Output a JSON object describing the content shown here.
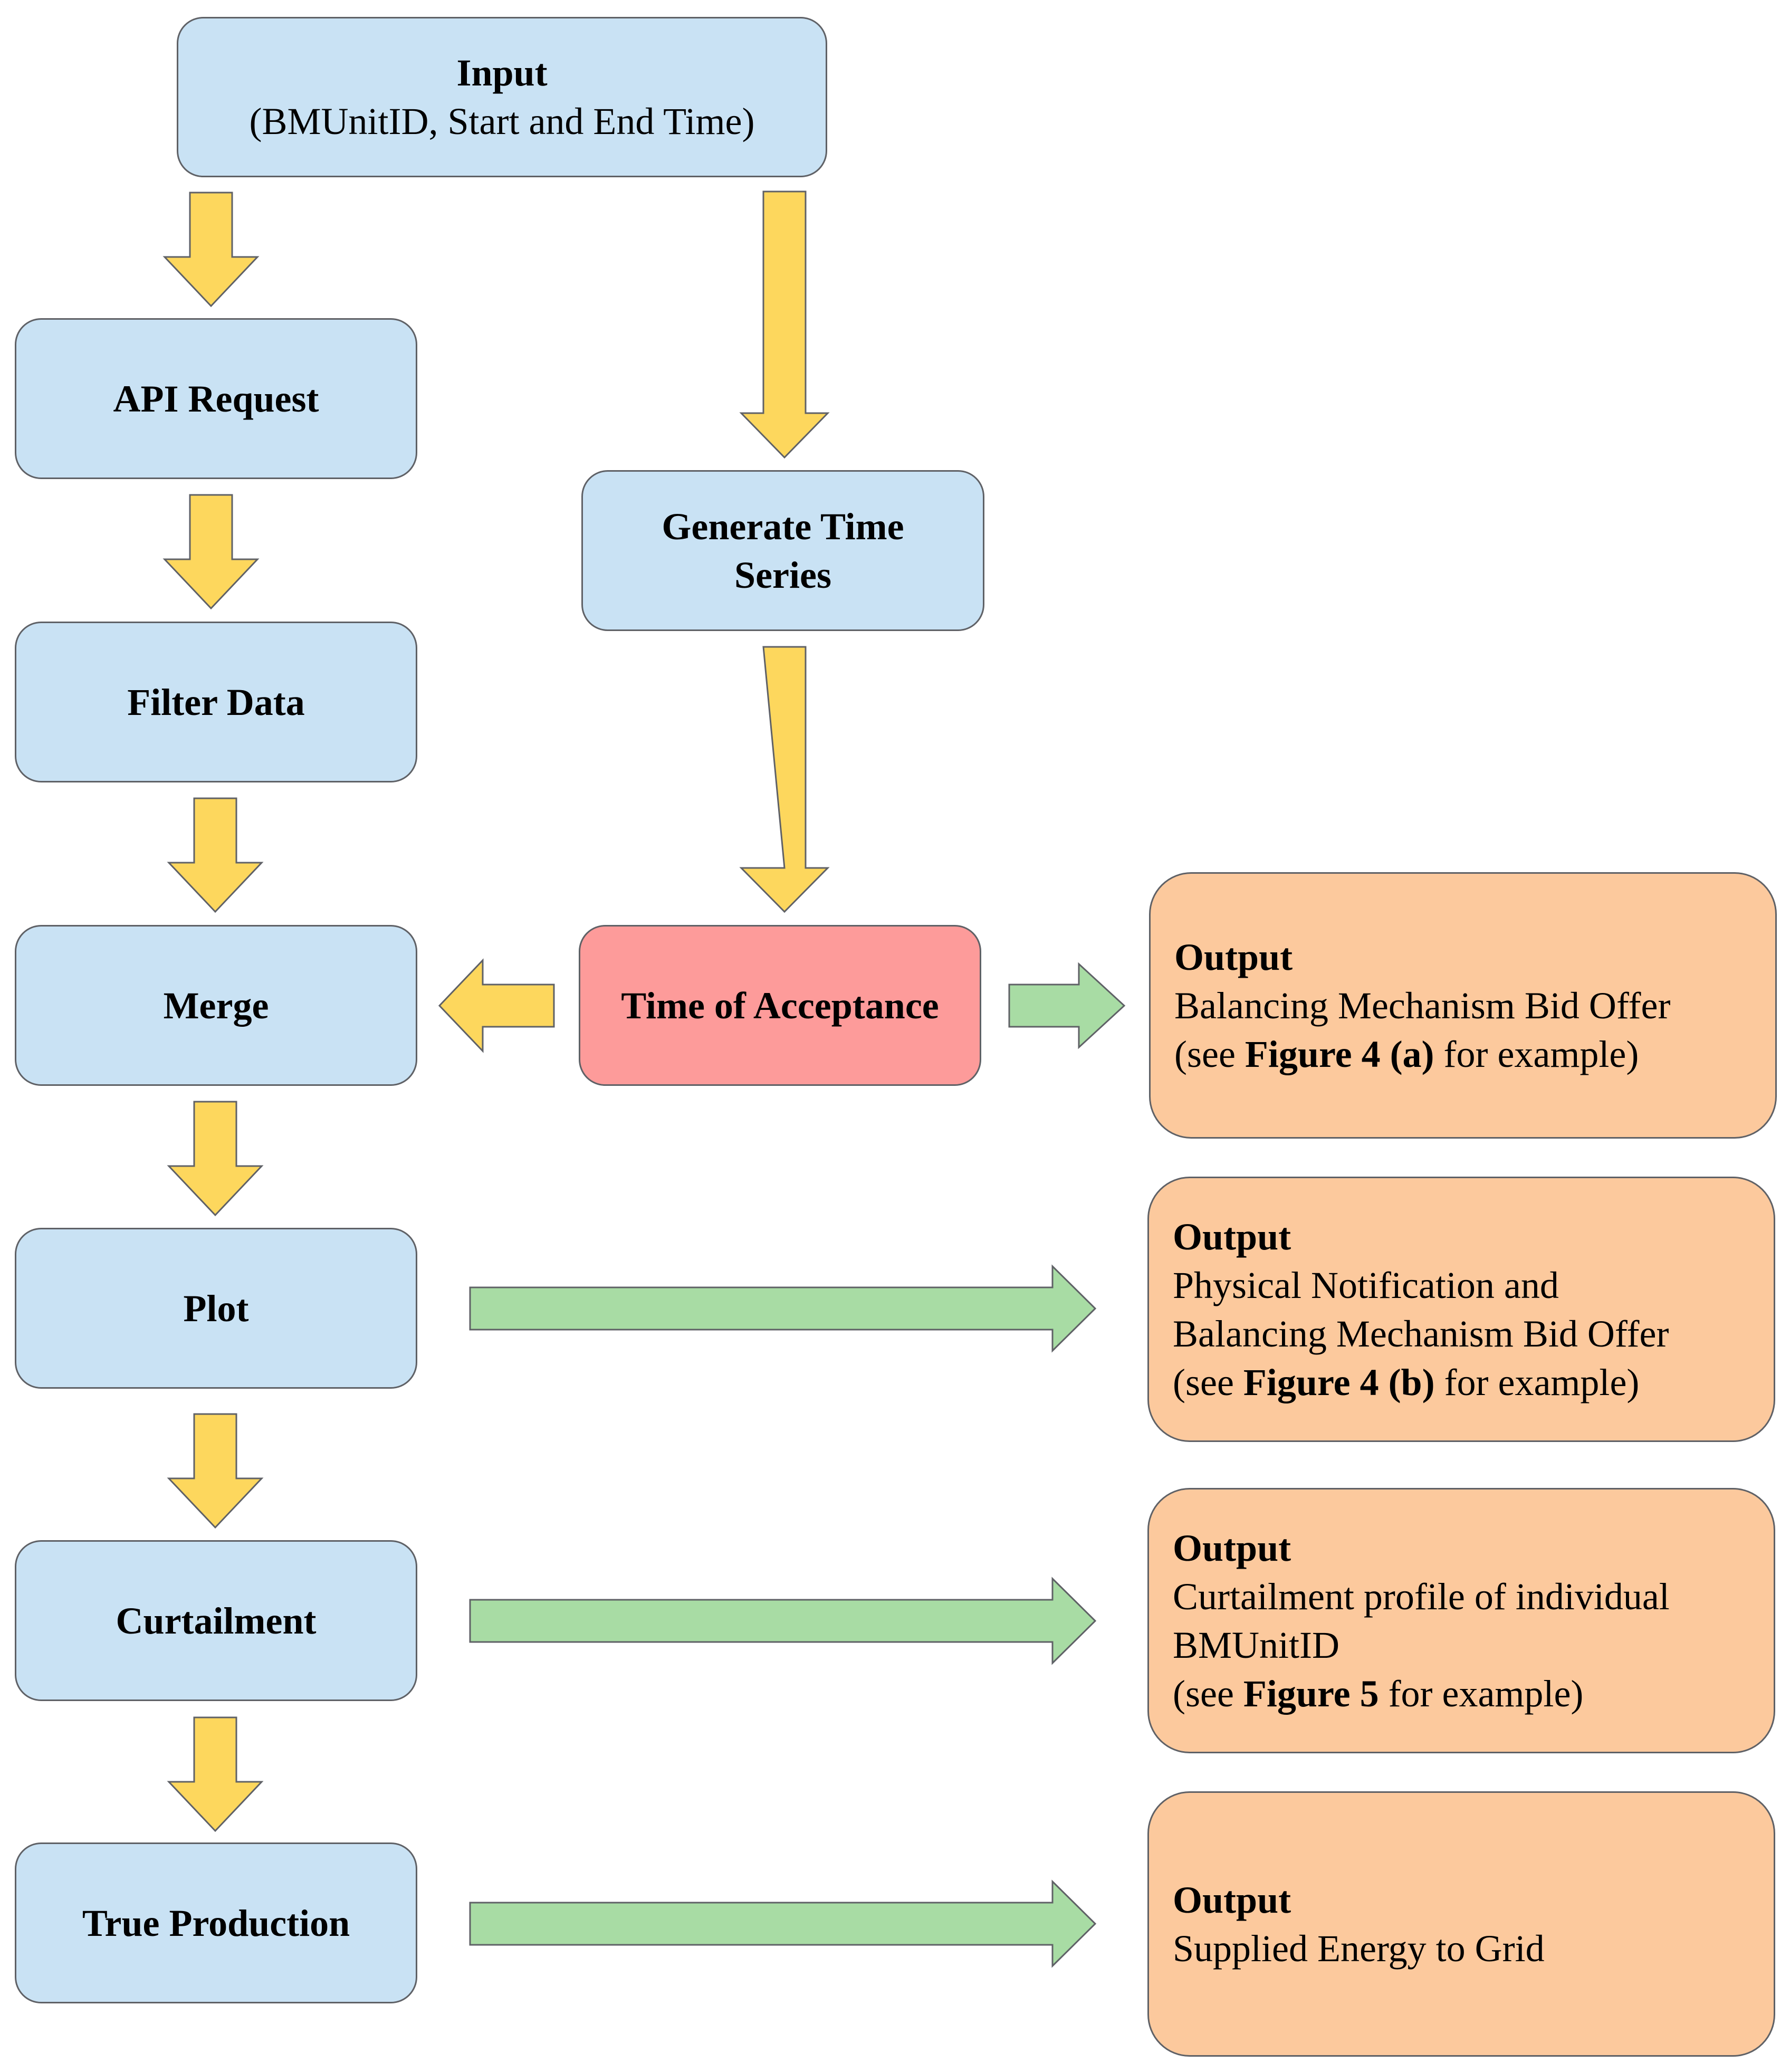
{
  "colors": {
    "process_fill": "#c9e2f4",
    "trigger_fill": "#fd9b9a",
    "output_fill": "#fcc99d",
    "flow_arrow": "#fdd75d",
    "output_arrow": "#a8dca4",
    "border": "#5f6166"
  },
  "input": {
    "title": "Input",
    "detail": "(BMUnitID, Start and End Time)"
  },
  "process": {
    "api_request": "API Request",
    "filter_data": "Filter Data",
    "merge": "Merge",
    "plot": "Plot",
    "curtailment": "Curtailment",
    "true_production": "True Production"
  },
  "generate_time_series": {
    "line1": "Generate Time",
    "line2": "Series"
  },
  "time_of_acceptance": "Time of Acceptance",
  "outputs": [
    {
      "title": "Output",
      "lines": [
        "Balancing Mechanism Bid Offer"
      ],
      "ref_prefix": "(see ",
      "ref_bold": "Figure 4 (a)",
      "ref_suffix": " for example)"
    },
    {
      "title": "Output",
      "lines": [
        "Physical Notification and",
        "Balancing Mechanism Bid Offer"
      ],
      "ref_prefix": "(see ",
      "ref_bold": "Figure 4 (b)",
      "ref_suffix": " for example)"
    },
    {
      "title": "Output",
      "lines": [
        "Curtailment profile of individual",
        "BMUnitID"
      ],
      "ref_prefix": "(see ",
      "ref_bold": "Figure 5",
      "ref_suffix": " for example)"
    },
    {
      "title": "Output",
      "lines": [
        "Supplied Energy to Grid"
      ]
    }
  ]
}
